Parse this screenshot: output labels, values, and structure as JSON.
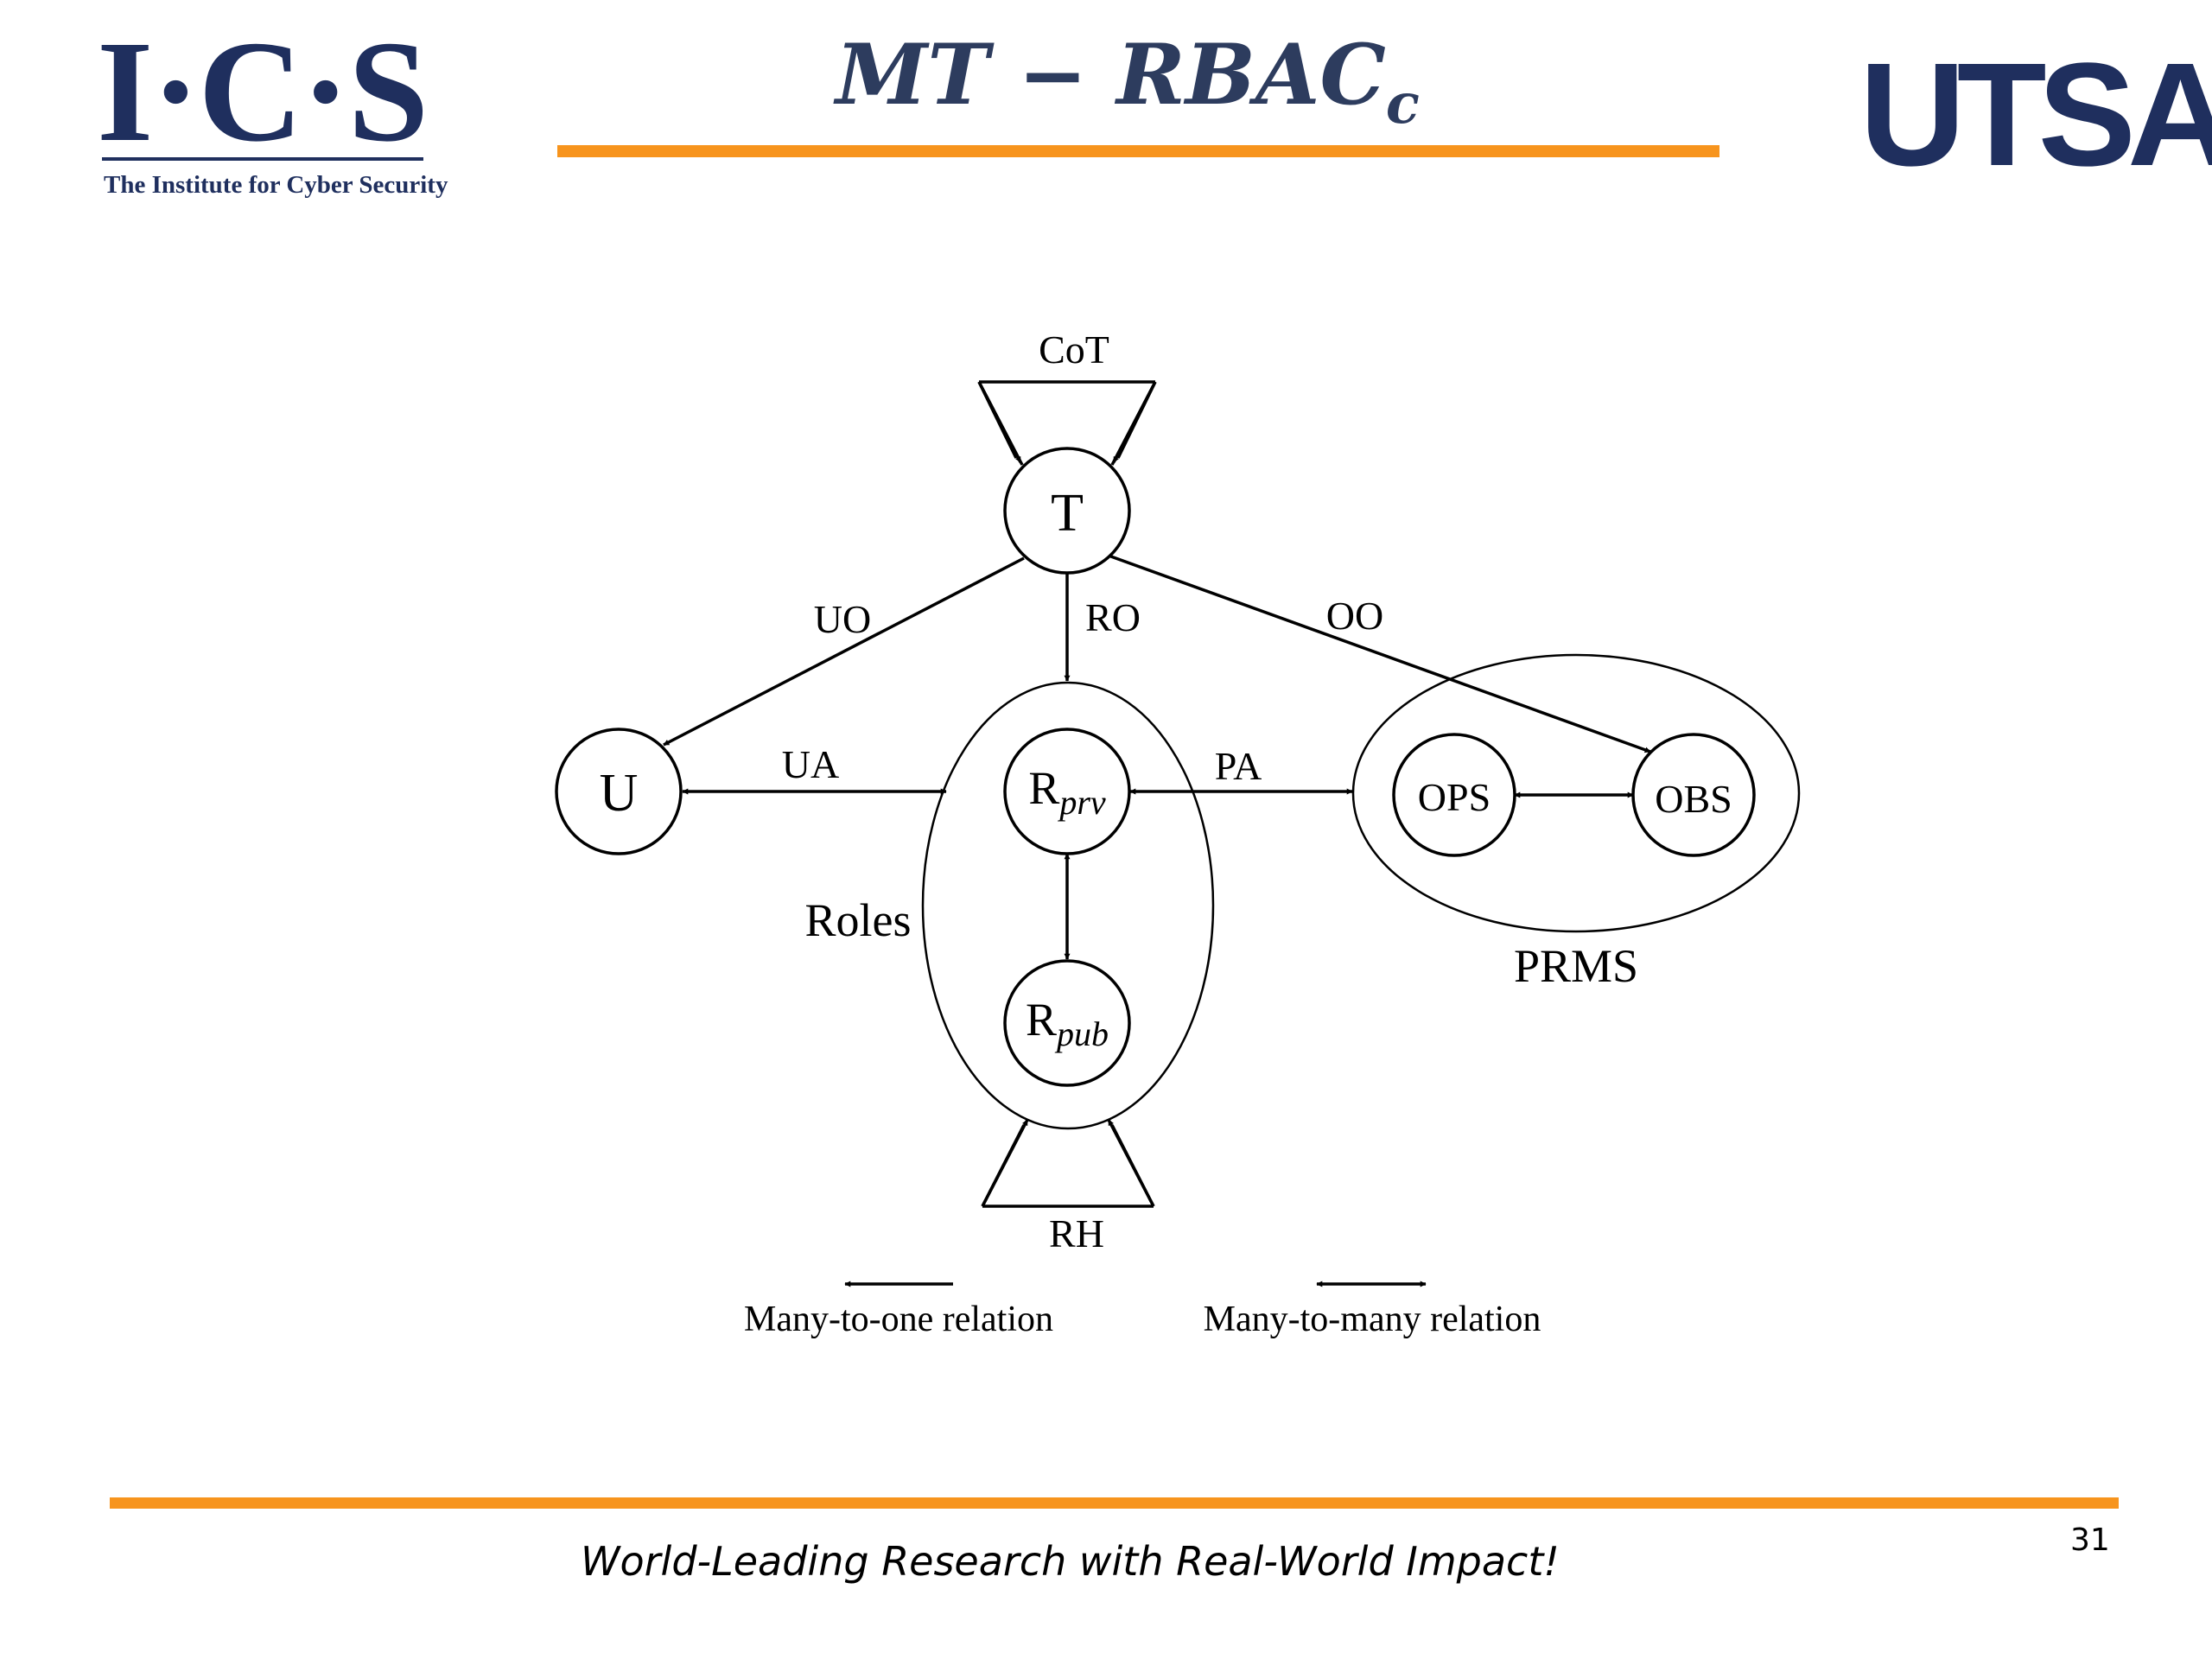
{
  "header": {
    "ics_logo": {
      "letters": "I·C·S",
      "subtitle": "The Institute for Cyber Security"
    },
    "title": {
      "main": "MT − RBAC",
      "subscript": "c"
    },
    "utsa_logo": {
      "text": "UTSA",
      "reg": "®"
    }
  },
  "diagram": {
    "nodes": {
      "t": "T",
      "u": "U",
      "r_prv": {
        "base": "R",
        "sub": "prv"
      },
      "r_pub": {
        "base": "R",
        "sub": "pub"
      },
      "ops": "OPS",
      "obs": "OBS"
    },
    "groups": {
      "roles": "Roles",
      "prms": "PRMS"
    },
    "relations": {
      "cot": "CoT",
      "uo": "UO",
      "ro": "RO",
      "oo": "OO",
      "ua": "UA",
      "pa": "PA",
      "rh": "RH"
    },
    "legend": {
      "many_to_one": "Many-to-one relation",
      "many_to_many": "Many-to-many relation"
    }
  },
  "footer": {
    "tagline": "World-Leading Research with Real-World Impact!",
    "page_number": "31"
  },
  "colors": {
    "accent": "#f7941d",
    "navy": "#1f2f5e",
    "title": "#2d3c5e"
  }
}
